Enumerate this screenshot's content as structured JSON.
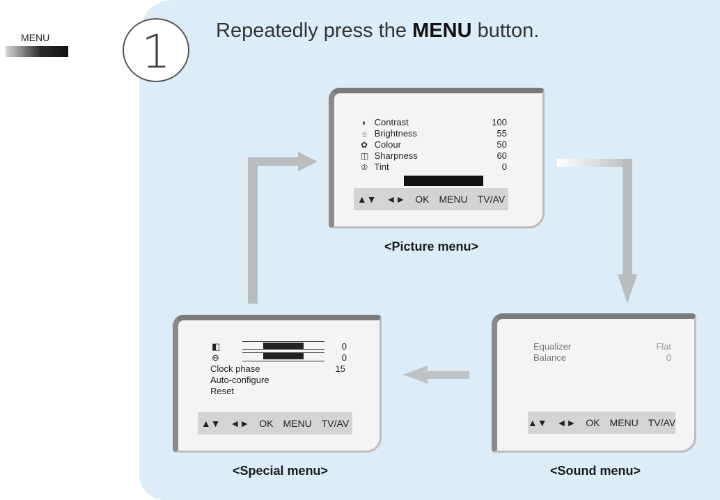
{
  "sidebar": {
    "label": "MENU"
  },
  "step": {
    "number": "1",
    "text_prefix": "Repeatedly press the ",
    "text_bold": "MENU",
    "text_suffix": " button."
  },
  "picture_menu": {
    "caption": "<Picture menu>",
    "items": [
      {
        "icon": "contrast-icon",
        "glyph": "◑",
        "label": "Contrast",
        "value": "100"
      },
      {
        "icon": "brightness-icon",
        "glyph": "☼",
        "label": "Brightness",
        "value": "55"
      },
      {
        "icon": "colour-icon",
        "glyph": "✿",
        "label": "Colour",
        "value": "50"
      },
      {
        "icon": "sharpness-icon",
        "glyph": "◫",
        "label": "Sharpness",
        "value": "60"
      },
      {
        "icon": "tint-icon",
        "glyph": "♔",
        "label": "Tint",
        "value": "0"
      }
    ],
    "nav": [
      "▲▼",
      "◄►",
      "OK",
      "MENU",
      "TV/AV"
    ]
  },
  "sound_menu": {
    "caption": "<Sound menu>",
    "items": [
      {
        "label": "Equalizer",
        "value": "Flat"
      },
      {
        "label": "Balance",
        "value": "0"
      }
    ],
    "nav": [
      "▲▼",
      "◄►",
      "OK",
      "MENU",
      "TV/AV"
    ]
  },
  "special_menu": {
    "caption": "<Special menu>",
    "sliders": [
      {
        "icon": "horizontal-position-icon",
        "glyph": "◧",
        "value": "0"
      },
      {
        "icon": "vertical-position-icon",
        "glyph": "⊖",
        "value": "0"
      }
    ],
    "items": [
      {
        "label": "Clock phase",
        "value": "15"
      },
      {
        "label": "Auto-configure",
        "value": ""
      },
      {
        "label": "Reset",
        "value": ""
      }
    ],
    "nav": [
      "▲▼",
      "◄►",
      "OK",
      "MENU",
      "TV/AV"
    ]
  },
  "colors": {
    "panel": "#dcedf7",
    "arrow": "#bfc3c6"
  }
}
